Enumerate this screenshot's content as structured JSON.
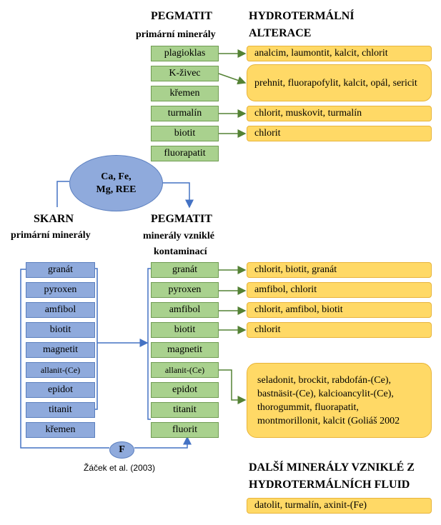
{
  "pegmatit_top": {
    "title": "PEGMATIT",
    "subtitle": "primární minerály"
  },
  "hydro": {
    "title_line1": "HYDROTERMÁLNÍ",
    "title_line2": "ALTERACE"
  },
  "top_minerals": [
    "plagioklas",
    "K-živec",
    "křemen",
    "turmalín",
    "biotit",
    "fluorapatit"
  ],
  "top_alterations": [
    "analcim, laumontit, kalcit, chlorit",
    "prehnit, fluorapofylit, kalcit, opál, sericit",
    "chlorit, muskovit, turmalín",
    "chlorit"
  ],
  "ellipse": {
    "line1": "Ca, Fe,",
    "line2": "Mg, REE"
  },
  "skarn": {
    "title": "SKARN",
    "subtitle": "primární minerály"
  },
  "pegmatit_contam": {
    "title": "PEGMATIT",
    "subtitle_line1": "minerály vzniklé",
    "subtitle_line2": "kontaminací"
  },
  "skarn_minerals": [
    "granát",
    "pyroxen",
    "amfibol",
    "biotit",
    "magnetit",
    "allanit-(Ce)",
    "epidot",
    "titanit",
    "křemen"
  ],
  "contam_minerals": [
    "granát",
    "pyroxen",
    "amfibol",
    "biotit",
    "magnetit",
    "allanit-(Ce)",
    "epidot",
    "titanit",
    "fluorit"
  ],
  "contam_alterations": [
    "chlorit, biotit, granát",
    "amfibol, chlorit",
    "chlorit, amfibol, biotit",
    "chlorit"
  ],
  "allanit_alteration": {
    "line1": "seladonit, brockit, rabdofán-(Ce),",
    "line2": "bastnäsit-(Ce), kalcioancylit-(Ce),",
    "line3": "thorogummit, fluorapatit,",
    "line4": "montmorillonit, kalcit (Goliáš 2002"
  },
  "f_circle": "F",
  "citation": "Žáček et al. (2003)",
  "further": {
    "title_line1": "DALŠÍ MINERÁLY VZNIKLÉ Z",
    "title_line2": "HYDROTERMÁLNÍCH FLUID",
    "box": "datolit, turmalín, axinit-(Fe)"
  },
  "colors": {
    "green": "#a9d18e",
    "blue": "#8faadc",
    "orange": "#ffd966",
    "green_arrow": "#548235",
    "blue_arrow": "#4472c4"
  }
}
